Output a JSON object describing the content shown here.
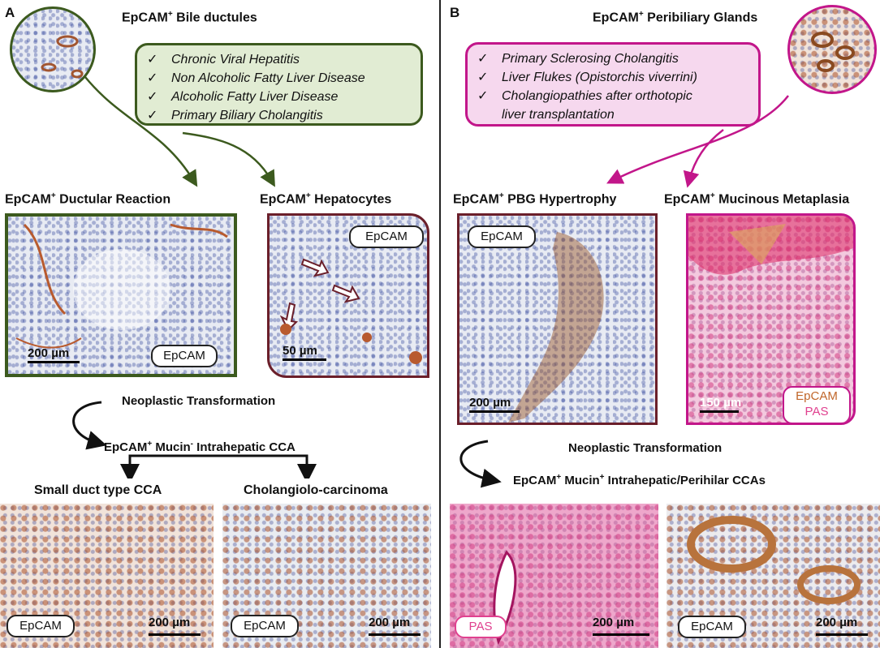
{
  "panel_a": {
    "letter": "A",
    "title": {
      "main": "EpCAM",
      "sup": "+",
      "rest": " Bile ductules"
    },
    "conditions": [
      "Chronic Viral Hepatitis",
      "Non Alcoholic Fatty Liver Disease",
      "Alcoholic Fatty Liver Disease",
      "Primary Biliary Cholangitis"
    ],
    "ductular_title": {
      "main": "EpCAM",
      "sup": "+",
      "rest": " Ductular Reaction"
    },
    "hepatocytes_title": {
      "main": "EpCAM",
      "sup": "+",
      "rest": " Hepatocytes"
    },
    "ductular_tag": "EpCAM",
    "ductular_scale": "200 µm",
    "hepatocytes_tag": "EpCAM",
    "hepatocytes_scale": "50 µm",
    "neoplastic": "Neoplastic Transformation",
    "cca_title": {
      "main": "EpCAM",
      "sup1": "+",
      "mid": " Mucin",
      "sup2": "-",
      "rest": " Intrahepatic CCA"
    },
    "small_duct_title": "Small duct type CCA",
    "cholangiolo_title": "Cholangiolo-carcinoma",
    "small_duct_tag": "EpCAM",
    "small_duct_scale": "200 µm",
    "cholangiolo_tag": "EpCAM",
    "cholangiolo_scale": "200 µm"
  },
  "panel_b": {
    "letter": "B",
    "title": {
      "main": "EpCAM",
      "sup": "+",
      "rest": " Peribiliary Glands"
    },
    "conditions": [
      "Primary Sclerosing Cholangitis",
      "Liver Flukes (Opistorchis viverrini)",
      "Cholangiopathies after orthotopic",
      "liver transplantation"
    ],
    "pbg_title": {
      "main": "EpCAM",
      "sup": "+",
      "rest": " PBG Hypertrophy"
    },
    "mucinous_title": {
      "main": "EpCAM",
      "sup": "+",
      "rest": "  Mucinous Metaplasia"
    },
    "pbg_tag": "EpCAM",
    "pbg_scale": "200 µm",
    "mucinous_tag_line1": "EpCAM",
    "mucinous_tag_line2": "PAS",
    "mucinous_scale": "150 µm",
    "neoplastic": "Neoplastic Transformation",
    "cca_title": {
      "main": "EpCAM",
      "sup1": "+",
      "mid": " Mucin",
      "sup2": "+",
      "rest": " Intrahepatic/Perihilar CCAs"
    },
    "pas_tag": "PAS",
    "pas_scale": "200 µm",
    "epcam_tag": "EpCAM",
    "epcam_scale": "200 µm"
  },
  "colors": {
    "green": "#3c5a1e",
    "green_fill": "#e1ecd3",
    "maroon": "#6b1f2a",
    "magenta": "#c2168a",
    "magenta_fill": "#f6d8ee",
    "pas_pink": "#e0418f",
    "epcam_orange": "#c0662a"
  }
}
